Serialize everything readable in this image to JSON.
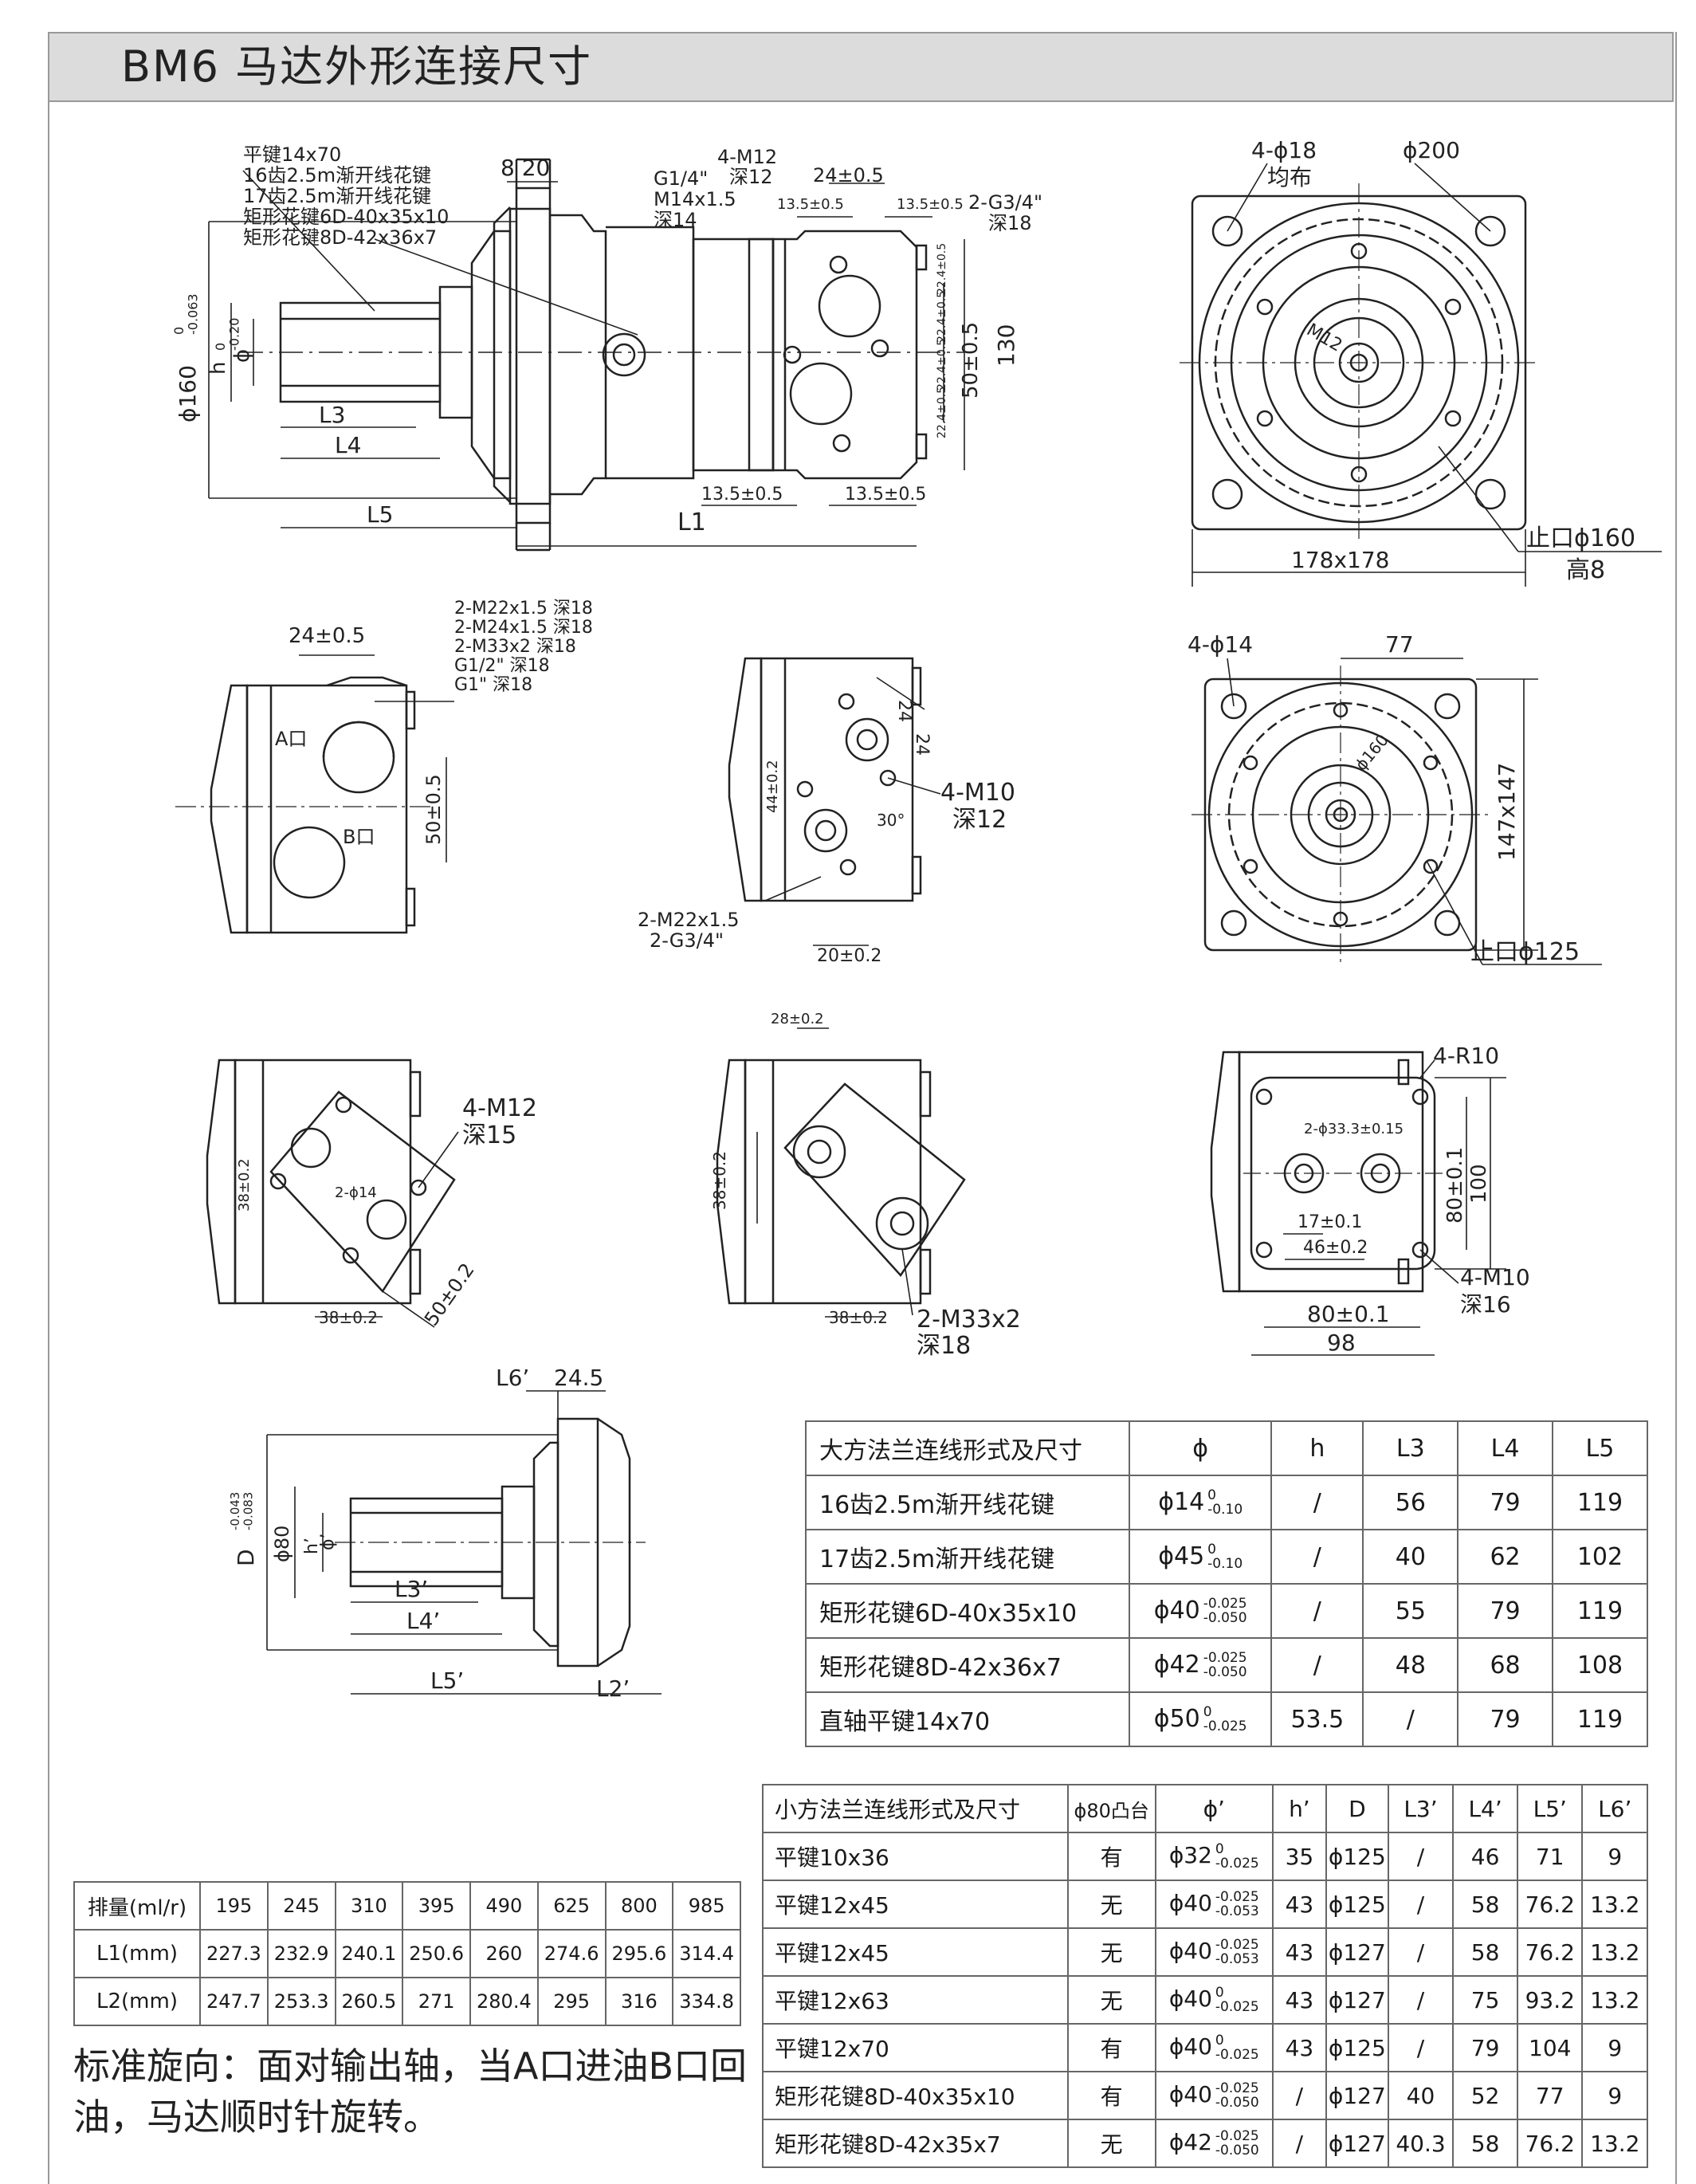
{
  "title": "BM6 马达外形连接尺寸",
  "drawing": {
    "shaft_callouts": [
      "平键14x70",
      "16齿2.5m渐开线花键",
      "17齿2.5m渐开线花键",
      "矩形花键6D-40x35x10",
      "矩形花键8D-42x36x7"
    ],
    "dim_820": "8 20",
    "port_g14": [
      "G1/4\"",
      "M14x1.5",
      "深14"
    ],
    "m12_callout": [
      "4-M12",
      "深12"
    ],
    "dim_24": "24±0.5",
    "dim_135a": "13.5±0.5",
    "dim_135b": "13.5±0.5",
    "g34_callout": [
      "2-G3/4\"",
      "深18"
    ],
    "phi160_tol": "0\n-0.063",
    "phi160": "ϕ160",
    "h_label": "h",
    "h_tol": "0\n-0.20",
    "phi": "ϕ",
    "L3": "L3",
    "L4": "L4",
    "L5": "L5",
    "L1": "L1",
    "d50": "50±0.5",
    "d130": "130",
    "small_tol": [
      "22.4±0.5",
      "22.4±0.5",
      "22.4±0.5",
      "22.4±0.5"
    ],
    "bot135a": "13.5±0.5",
    "bot135b": "13.5±0.5",
    "flange1": {
      "bolts": "4-ϕ18",
      "even": "均布",
      "d200": "ϕ200",
      "m12": "M12",
      "size": "178x178",
      "spigot": "止口ϕ160",
      "height": "高8"
    },
    "ports_side": {
      "dim24": "24±0.5",
      "callouts": [
        "2-M22x1.5 深18",
        "2-M24x1.5 深18",
        "2-M33x2 深18",
        "G1/2\" 深18",
        "G1\" 深18"
      ],
      "a": "A口",
      "b": "B口",
      "d50": "50±0.5"
    },
    "ports_mid": {
      "d24a": "24",
      "d24b": "24",
      "d44": "44±0.2",
      "m10": [
        "4-M10",
        "深12"
      ],
      "ang": "30°",
      "bottom": [
        "2-M22x1.5",
        "2-G3/4\""
      ],
      "d20": "20±0.2"
    },
    "flange2": {
      "bolts": "4-ϕ14",
      "d77": "77",
      "d160": "ϕ160",
      "size": "147x147",
      "spigot": "止口ϕ125"
    },
    "view_a": {
      "m12": [
        "4-M12",
        "深15"
      ],
      "d38": "38±0.2",
      "d38b": "38±0.2",
      "phi14": "2-ϕ14",
      "d50": "50±0.2"
    },
    "view_b": {
      "d28": "28±0.2",
      "d38": "38±0.2",
      "d38b": "38±0.2",
      "m33": [
        "2-M33x2",
        "深18"
      ]
    },
    "view_c": {
      "r10": "4-R10",
      "phi33": "2-ϕ33.3±0.15",
      "d17": "17±0.1",
      "d46": "46±0.2",
      "d80": "80±0.1",
      "d100": "100",
      "m10": [
        "4-M10",
        "深16"
      ],
      "d80b": "80±0.1",
      "d98": "98"
    },
    "small_shaft": {
      "L6": "L6’",
      "d245": "24.5",
      "D": "D",
      "Dtol": "-0.043\n-0.083",
      "phi80": "ϕ80",
      "h": "h’",
      "phi": "ϕ’",
      "L3": "L3’",
      "L4": "L4’",
      "L5": "L5’",
      "L2": "L2’"
    }
  },
  "big_table": {
    "headers": [
      "大方法兰连线形式及尺寸",
      "ϕ",
      "h",
      "L3",
      "L4",
      "L5"
    ],
    "rows": [
      {
        "name": "16齿2.5m渐开线花键",
        "phi": "ϕ14",
        "t1": "0",
        "t2": "-0.10",
        "h": "/",
        "L3": "56",
        "L4": "79",
        "L5": "119"
      },
      {
        "name": "17齿2.5m渐开线花键",
        "phi": "ϕ45",
        "t1": "0",
        "t2": "-0.10",
        "h": "/",
        "L3": "40",
        "L4": "62",
        "L5": "102"
      },
      {
        "name": "矩形花键6D-40x35x10",
        "phi": "ϕ40",
        "t1": "-0.025",
        "t2": "-0.050",
        "h": "/",
        "L3": "55",
        "L4": "79",
        "L5": "119"
      },
      {
        "name": "矩形花键8D-42x36x7",
        "phi": "ϕ42",
        "t1": "-0.025",
        "t2": "-0.050",
        "h": "/",
        "L3": "48",
        "L4": "68",
        "L5": "108"
      },
      {
        "name": "直轴平键14x70",
        "phi": "ϕ50",
        "t1": "0",
        "t2": "-0.025",
        "h": "53.5",
        "L3": "/",
        "L4": "79",
        "L5": "119"
      }
    ]
  },
  "small_table": {
    "headers": [
      "小方法兰连线形式及尺寸",
      "ϕ80凸台",
      "ϕ’",
      "h’",
      "D",
      "L3’",
      "L4’",
      "L5’",
      "L6’"
    ],
    "rows": [
      {
        "name": "平键10x36",
        "boss": "有",
        "phi": "ϕ32",
        "t1": "0",
        "t2": "-0.025",
        "h": "35",
        "D": "ϕ125",
        "L3": "/",
        "L4": "46",
        "L5": "71",
        "L6": "9"
      },
      {
        "name": "平键12x45",
        "boss": "无",
        "phi": "ϕ40",
        "t1": "-0.025",
        "t2": "-0.053",
        "h": "43",
        "D": "ϕ125",
        "L3": "/",
        "L4": "58",
        "L5": "76.2",
        "L6": "13.2"
      },
      {
        "name": "平键12x45",
        "boss": "无",
        "phi": "ϕ40",
        "t1": "-0.025",
        "t2": "-0.053",
        "h": "43",
        "D": "ϕ127",
        "L3": "/",
        "L4": "58",
        "L5": "76.2",
        "L6": "13.2"
      },
      {
        "name": "平键12x63",
        "boss": "无",
        "phi": "ϕ40",
        "t1": "0",
        "t2": "-0.025",
        "h": "43",
        "D": "ϕ127",
        "L3": "/",
        "L4": "75",
        "L5": "93.2",
        "L6": "13.2"
      },
      {
        "name": "平键12x70",
        "boss": "有",
        "phi": "ϕ40",
        "t1": "0",
        "t2": "-0.025",
        "h": "43",
        "D": "ϕ125",
        "L3": "/",
        "L4": "79",
        "L5": "104",
        "L6": "9"
      },
      {
        "name": "矩形花键8D-40x35x10",
        "boss": "有",
        "phi": "ϕ40",
        "t1": "-0.025",
        "t2": "-0.050",
        "h": "/",
        "D": "ϕ127",
        "L3": "40",
        "L4": "52",
        "L5": "77",
        "L6": "9"
      },
      {
        "name": "矩形花键8D-42x35x7",
        "boss": "无",
        "phi": "ϕ42",
        "t1": "-0.025",
        "t2": "-0.050",
        "h": "/",
        "D": "ϕ127",
        "L3": "40.3",
        "L4": "58",
        "L5": "76.2",
        "L6": "13.2"
      }
    ]
  },
  "disp_table": {
    "rows": [
      {
        "label": "排量(ml/r)",
        "values": [
          "195",
          "245",
          "310",
          "395",
          "490",
          "625",
          "800",
          "985"
        ]
      },
      {
        "label": "L1(mm)",
        "values": [
          "227.3",
          "232.9",
          "240.1",
          "250.6",
          "260",
          "274.6",
          "295.6",
          "314.4"
        ]
      },
      {
        "label": "L2(mm)",
        "values": [
          "247.7",
          "253.3",
          "260.5",
          "271",
          "280.4",
          "295",
          "316",
          "334.8"
        ]
      }
    ]
  },
  "note": "标准旋向：面对输出轴，当A口进油B口回油，马达顺时针旋转。"
}
